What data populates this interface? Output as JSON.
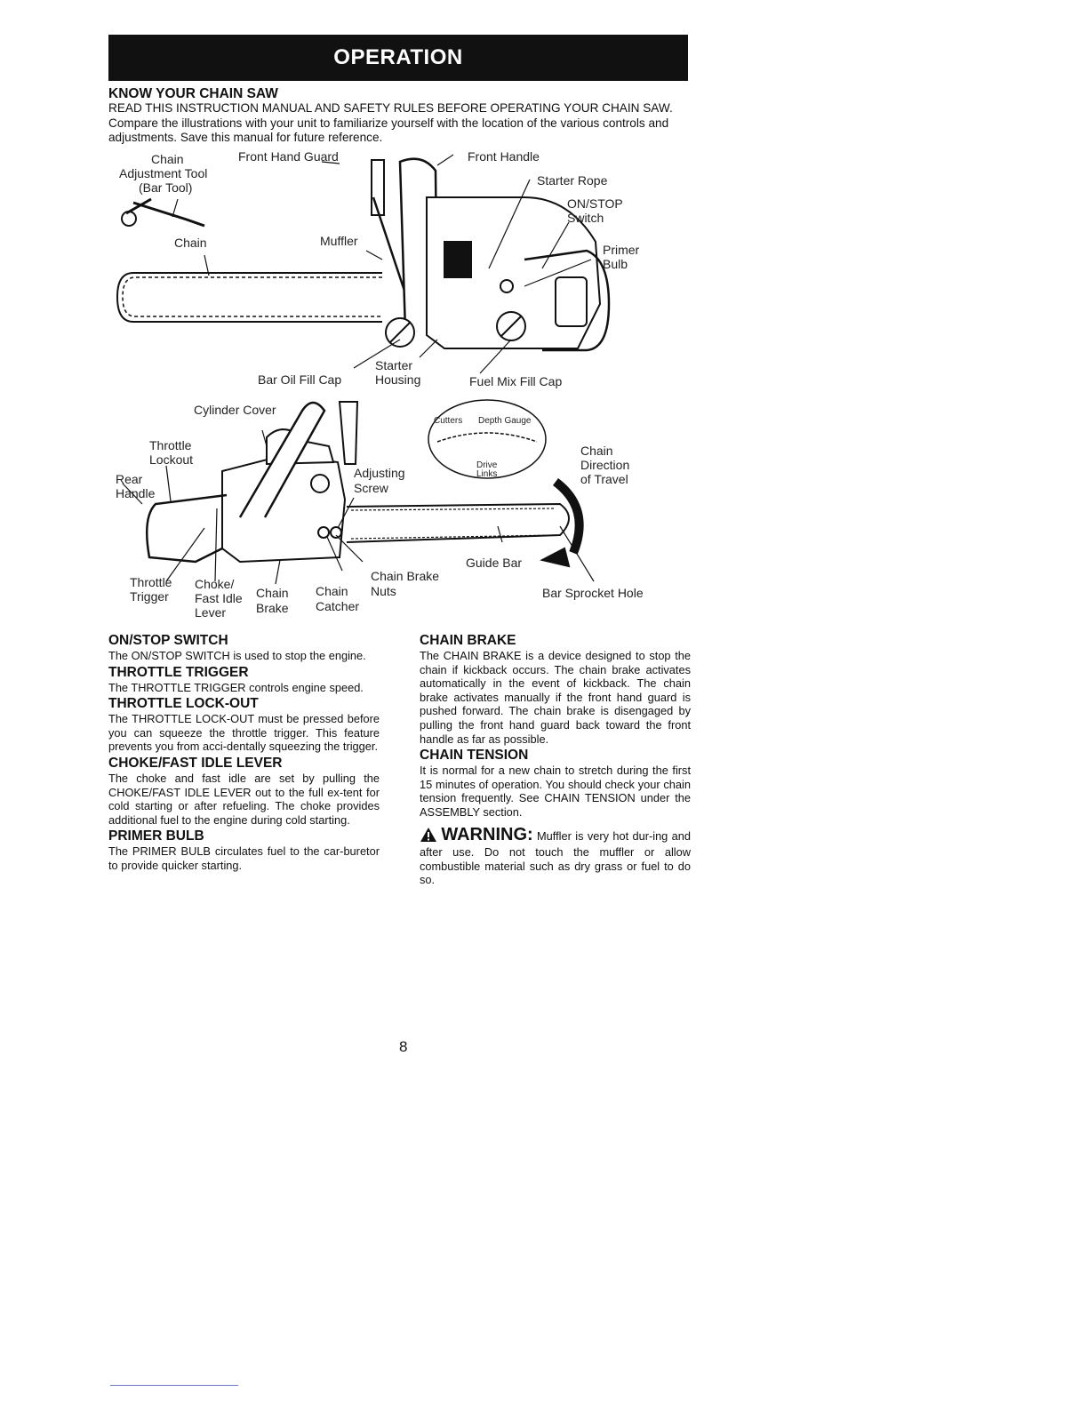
{
  "header": {
    "title": "OPERATION"
  },
  "intro": {
    "heading": "KNOW YOUR CHAIN SAW",
    "text_caps": "READ THIS INSTRUCTION MANUAL AND SAFETY RULES BEFORE OPERATING YOUR CHAIN SAW.",
    "text": "Compare the illustrations with your unit to familiarize yourself with the location of the various controls and adjustments. Save this manual for future reference."
  },
  "diagram_labels": {
    "chain_adjustment_tool_1": "Chain",
    "chain_adjustment_tool_2": "Adjustment Tool",
    "chain_adjustment_tool_3": "(Bar Tool)",
    "front_hand_guard": "Front Hand Guard",
    "front_handle": "Front Handle",
    "starter_rope": "Starter Rope",
    "on_stop_switch_1": "ON/STOP",
    "on_stop_switch_2": "Switch",
    "primer_bulb_1": "Primer",
    "primer_bulb_2": "Bulb",
    "chain": "Chain",
    "muffler": "Muffler",
    "starter_housing_1": "Starter",
    "starter_housing_2": "Housing",
    "bar_oil_fill_cap": "Bar Oil Fill Cap",
    "fuel_mix_fill_cap": "Fuel Mix Fill Cap",
    "cylinder_cover": "Cylinder Cover",
    "throttle_lockout_1": "Throttle",
    "throttle_lockout_2": "Lockout",
    "rear_handle_1": "Rear",
    "rear_handle_2": "Handle",
    "adjusting_screw_1": "Adjusting",
    "adjusting_screw_2": "Screw",
    "cutters": "Cutters",
    "depth_gauge": "Depth Gauge",
    "drive_links_1": "Drive",
    "drive_links_2": "Links",
    "chain_direction_1": "Chain",
    "chain_direction_2": "Direction",
    "chain_direction_3": "of Travel",
    "guide_bar": "Guide Bar",
    "chain_brake_top": "Chain Brake",
    "throttle_trigger_1": "Throttle",
    "throttle_trigger_2": "Trigger",
    "choke_1": "Choke/",
    "choke_2": "Fast Idle",
    "choke_3": "Lever",
    "chain_brake_1": "Chain",
    "chain_brake_2": "Brake",
    "chain_catcher_1": "Chain",
    "chain_catcher_2": "Catcher",
    "nuts": "Nuts",
    "bar_sprocket_hole": "Bar Sprocket Hole"
  },
  "sections_left": [
    {
      "heading": "ON/STOP SWITCH",
      "text": "The ON/STOP SWITCH is used to stop the engine."
    },
    {
      "heading": "THROTTLE TRIGGER",
      "text": "The THROTTLE TRIGGER controls engine speed."
    },
    {
      "heading": "THROTTLE LOCK-OUT",
      "text": "The THROTTLE LOCK-OUT must be pressed before you can squeeze the throttle trigger. This feature prevents you from acci-dentally squeezing the trigger."
    },
    {
      "heading": "CHOKE/FAST IDLE LEVER",
      "text": "The choke and fast idle are set by pulling the CHOKE/FAST IDLE LEVER out to the full ex-tent for cold starting or after refueling. The choke provides additional fuel to the engine during cold starting."
    },
    {
      "heading": "PRIMER BULB",
      "text": "The PRIMER BULB circulates fuel to the car-buretor to provide quicker starting."
    }
  ],
  "sections_right": [
    {
      "heading": "CHAIN BRAKE",
      "text": "The CHAIN BRAKE is a device designed to stop the chain if kickback occurs. The chain brake activates automatically in the event of kickback. The chain brake activates manually if the front hand guard is pushed forward. The chain brake is disengaged by pulling the front hand guard back toward the front handle as far as possible."
    },
    {
      "heading": "CHAIN TENSION",
      "text": "It is normal for a new chain to stretch during the first 15 minutes of operation. You should check your chain tension frequently. See CHAIN TENSION under the ASSEMBLY section."
    }
  ],
  "warning": {
    "label": "WARNING:",
    "text": "Muffler is very hot dur-ing and after use. Do not touch the muffler or allow combustible material such as dry grass or fuel to do so."
  },
  "footer": {
    "page_number": "8"
  }
}
